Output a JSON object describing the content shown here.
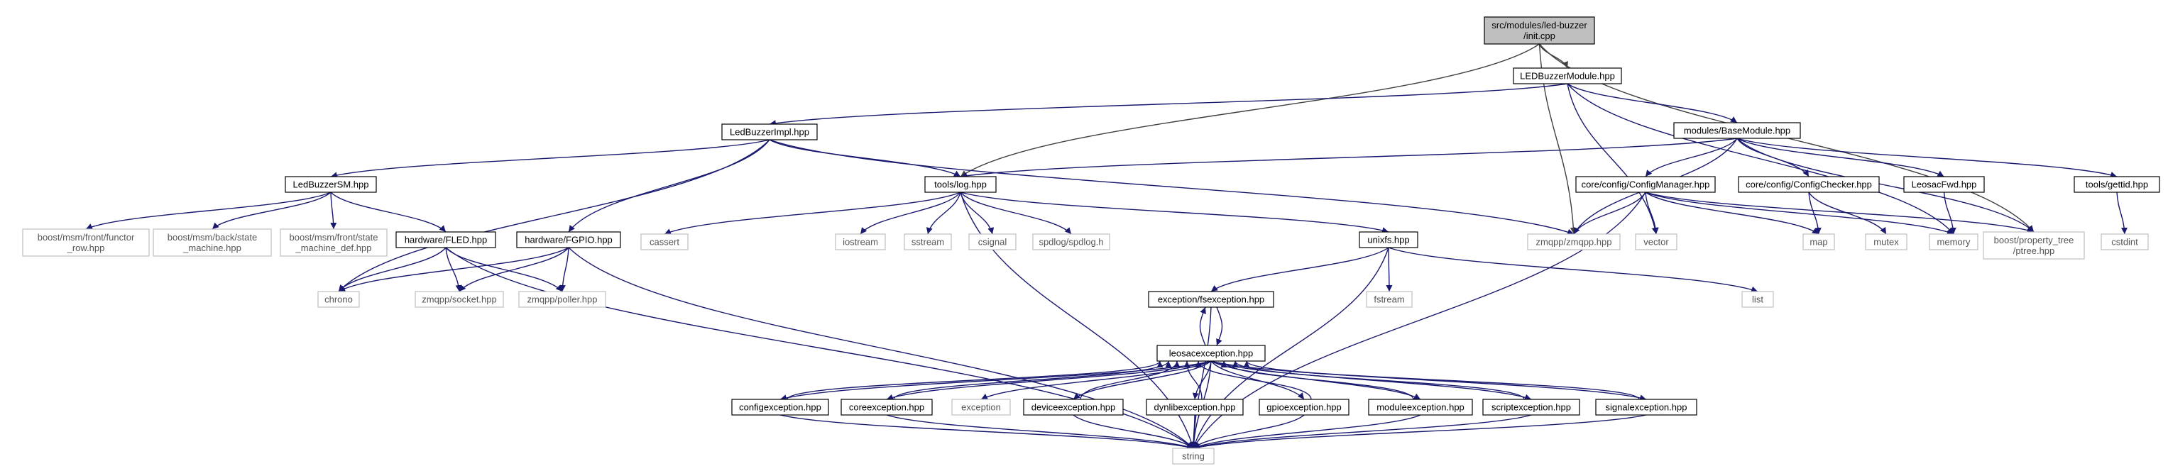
{
  "diagram": {
    "colors": {
      "edge": "#191970",
      "edge_root": "#404040",
      "node_border": "#000000",
      "external_border": "#bfbfbf",
      "root_fill": "#bfbfbf",
      "node_fill": "#ffffff"
    },
    "nodes": [
      {
        "id": "init",
        "lines": [
          "src/modules/led-buzzer",
          "/init.cpp"
        ],
        "kind": "root"
      },
      {
        "id": "ledbuzzermodule",
        "lines": [
          "LEDBuzzerModule.hpp"
        ],
        "kind": "file"
      },
      {
        "id": "ledbuzzerimpl",
        "lines": [
          "LedBuzzerImpl.hpp"
        ],
        "kind": "file"
      },
      {
        "id": "basemodule",
        "lines": [
          "modules/BaseModule.hpp"
        ],
        "kind": "file"
      },
      {
        "id": "ledbuzzersm",
        "lines": [
          "LedBuzzerSM.hpp"
        ],
        "kind": "file"
      },
      {
        "id": "toolslog",
        "lines": [
          "tools/log.hpp"
        ],
        "kind": "file"
      },
      {
        "id": "configmanager",
        "lines": [
          "core/config/ConfigManager.hpp"
        ],
        "kind": "file"
      },
      {
        "id": "configchecker",
        "lines": [
          "core/config/ConfigChecker.hpp"
        ],
        "kind": "file"
      },
      {
        "id": "leosacfwd",
        "lines": [
          "LeosacFwd.hpp"
        ],
        "kind": "file"
      },
      {
        "id": "gettid",
        "lines": [
          "tools/gettid.hpp"
        ],
        "kind": "file"
      },
      {
        "id": "functor_row",
        "lines": [
          "boost/msm/front/functor",
          "_row.hpp"
        ],
        "kind": "external"
      },
      {
        "id": "state_machine",
        "lines": [
          "boost/msm/back/state",
          "_machine.hpp"
        ],
        "kind": "external"
      },
      {
        "id": "state_machine_def",
        "lines": [
          "boost/msm/front/state",
          "_machine_def.hpp"
        ],
        "kind": "external"
      },
      {
        "id": "fled",
        "lines": [
          "hardware/FLED.hpp"
        ],
        "kind": "file"
      },
      {
        "id": "fgpio",
        "lines": [
          "hardware/FGPIO.hpp"
        ],
        "kind": "file"
      },
      {
        "id": "cassert",
        "lines": [
          "cassert"
        ],
        "kind": "external"
      },
      {
        "id": "iostream",
        "lines": [
          "iostream"
        ],
        "kind": "external"
      },
      {
        "id": "sstream",
        "lines": [
          "sstream"
        ],
        "kind": "external"
      },
      {
        "id": "csignal",
        "lines": [
          "csignal"
        ],
        "kind": "external"
      },
      {
        "id": "spdlog",
        "lines": [
          "spdlog/spdlog.h"
        ],
        "kind": "external"
      },
      {
        "id": "zmqpp",
        "lines": [
          "zmqpp/zmqpp.hpp"
        ],
        "kind": "external"
      },
      {
        "id": "vector",
        "lines": [
          "vector"
        ],
        "kind": "external"
      },
      {
        "id": "map",
        "lines": [
          "map"
        ],
        "kind": "external"
      },
      {
        "id": "mutex",
        "lines": [
          "mutex"
        ],
        "kind": "external"
      },
      {
        "id": "memory",
        "lines": [
          "memory"
        ],
        "kind": "external"
      },
      {
        "id": "ptree",
        "lines": [
          "boost/property_tree",
          "/ptree.hpp"
        ],
        "kind": "external"
      },
      {
        "id": "cstdint",
        "lines": [
          "cstdint"
        ],
        "kind": "external"
      },
      {
        "id": "chrono",
        "lines": [
          "chrono"
        ],
        "kind": "external"
      },
      {
        "id": "socket",
        "lines": [
          "zmqpp/socket.hpp"
        ],
        "kind": "external"
      },
      {
        "id": "poller",
        "lines": [
          "zmqpp/poller.hpp"
        ],
        "kind": "external"
      },
      {
        "id": "unixfs",
        "lines": [
          "unixfs.hpp"
        ],
        "kind": "file"
      },
      {
        "id": "fstream",
        "lines": [
          "fstream"
        ],
        "kind": "external"
      },
      {
        "id": "list",
        "lines": [
          "list"
        ],
        "kind": "external"
      },
      {
        "id": "fsexception",
        "lines": [
          "exception/fsexception.hpp"
        ],
        "kind": "file"
      },
      {
        "id": "leosacexception",
        "lines": [
          "leosacexception.hpp"
        ],
        "kind": "file"
      },
      {
        "id": "configexception",
        "lines": [
          "configexception.hpp"
        ],
        "kind": "file"
      },
      {
        "id": "coreexception",
        "lines": [
          "coreexception.hpp"
        ],
        "kind": "file"
      },
      {
        "id": "exception",
        "lines": [
          "exception"
        ],
        "kind": "external"
      },
      {
        "id": "deviceexception",
        "lines": [
          "deviceexception.hpp"
        ],
        "kind": "file"
      },
      {
        "id": "dynlibexception",
        "lines": [
          "dynlibexception.hpp"
        ],
        "kind": "file"
      },
      {
        "id": "gpioexception",
        "lines": [
          "gpioexception.hpp"
        ],
        "kind": "file"
      },
      {
        "id": "moduleexception",
        "lines": [
          "moduleexception.hpp"
        ],
        "kind": "file"
      },
      {
        "id": "scriptexception",
        "lines": [
          "scriptexception.hpp"
        ],
        "kind": "file"
      },
      {
        "id": "signalexception",
        "lines": [
          "signalexception.hpp"
        ],
        "kind": "file"
      },
      {
        "id": "string",
        "lines": [
          "string"
        ],
        "kind": "external"
      }
    ],
    "edges": [
      [
        "init",
        "ledbuzzermodule"
      ],
      [
        "init",
        "toolslog"
      ],
      [
        "init",
        "zmqpp"
      ],
      [
        "init",
        "ptree"
      ],
      [
        "ledbuzzermodule",
        "ledbuzzerimpl"
      ],
      [
        "ledbuzzermodule",
        "basemodule"
      ],
      [
        "ledbuzzermodule",
        "vector"
      ],
      [
        "ledbuzzermodule",
        "memory"
      ],
      [
        "ledbuzzerimpl",
        "ledbuzzersm"
      ],
      [
        "ledbuzzerimpl",
        "toolslog"
      ],
      [
        "ledbuzzerimpl",
        "fgpio"
      ],
      [
        "ledbuzzerimpl",
        "zmqpp"
      ],
      [
        "ledbuzzerimpl",
        "chrono"
      ],
      [
        "basemodule",
        "toolslog"
      ],
      [
        "basemodule",
        "configmanager"
      ],
      [
        "basemodule",
        "configchecker"
      ],
      [
        "basemodule",
        "leosacfwd"
      ],
      [
        "basemodule",
        "gettid"
      ],
      [
        "basemodule",
        "zmqpp"
      ],
      [
        "basemodule",
        "ptree"
      ],
      [
        "ledbuzzersm",
        "functor_row"
      ],
      [
        "ledbuzzersm",
        "state_machine"
      ],
      [
        "ledbuzzersm",
        "state_machine_def"
      ],
      [
        "ledbuzzersm",
        "fled"
      ],
      [
        "fled",
        "chrono"
      ],
      [
        "fled",
        "socket"
      ],
      [
        "fled",
        "poller"
      ],
      [
        "fled",
        "string"
      ],
      [
        "fgpio",
        "chrono"
      ],
      [
        "fgpio",
        "socket"
      ],
      [
        "fgpio",
        "poller"
      ],
      [
        "fgpio",
        "string"
      ],
      [
        "toolslog",
        "cassert"
      ],
      [
        "toolslog",
        "iostream"
      ],
      [
        "toolslog",
        "sstream"
      ],
      [
        "toolslog",
        "csignal"
      ],
      [
        "toolslog",
        "spdlog"
      ],
      [
        "toolslog",
        "unixfs"
      ],
      [
        "toolslog",
        "string"
      ],
      [
        "configmanager",
        "zmqpp"
      ],
      [
        "configmanager",
        "vector"
      ],
      [
        "configmanager",
        "map"
      ],
      [
        "configmanager",
        "memory"
      ],
      [
        "configmanager",
        "ptree"
      ],
      [
        "configmanager",
        "string"
      ],
      [
        "configchecker",
        "map"
      ],
      [
        "configchecker",
        "mutex"
      ],
      [
        "leosacfwd",
        "memory"
      ],
      [
        "gettid",
        "cstdint"
      ],
      [
        "unixfs",
        "fsexception"
      ],
      [
        "unixfs",
        "fstream"
      ],
      [
        "unixfs",
        "list"
      ],
      [
        "unixfs",
        "string"
      ],
      [
        "fsexception",
        "leosacexception"
      ],
      [
        "fsexception",
        "string"
      ],
      [
        "leosacexception",
        "fsexception"
      ],
      [
        "leosacexception",
        "configexception"
      ],
      [
        "leosacexception",
        "coreexception"
      ],
      [
        "leosacexception",
        "exception"
      ],
      [
        "leosacexception",
        "deviceexception"
      ],
      [
        "leosacexception",
        "dynlibexception"
      ],
      [
        "leosacexception",
        "gpioexception"
      ],
      [
        "leosacexception",
        "moduleexception"
      ],
      [
        "leosacexception",
        "scriptexception"
      ],
      [
        "leosacexception",
        "signalexception"
      ],
      [
        "leosacexception",
        "string"
      ],
      [
        "configexception",
        "leosacexception"
      ],
      [
        "configexception",
        "string"
      ],
      [
        "coreexception",
        "leosacexception"
      ],
      [
        "coreexception",
        "string"
      ],
      [
        "deviceexception",
        "leosacexception"
      ],
      [
        "deviceexception",
        "string"
      ],
      [
        "dynlibexception",
        "leosacexception"
      ],
      [
        "dynlibexception",
        "string"
      ],
      [
        "gpioexception",
        "leosacexception"
      ],
      [
        "gpioexception",
        "string"
      ],
      [
        "moduleexception",
        "leosacexception"
      ],
      [
        "moduleexception",
        "string"
      ],
      [
        "scriptexception",
        "leosacexception"
      ],
      [
        "scriptexception",
        "string"
      ],
      [
        "signalexception",
        "leosacexception"
      ],
      [
        "signalexception",
        "string"
      ]
    ]
  }
}
